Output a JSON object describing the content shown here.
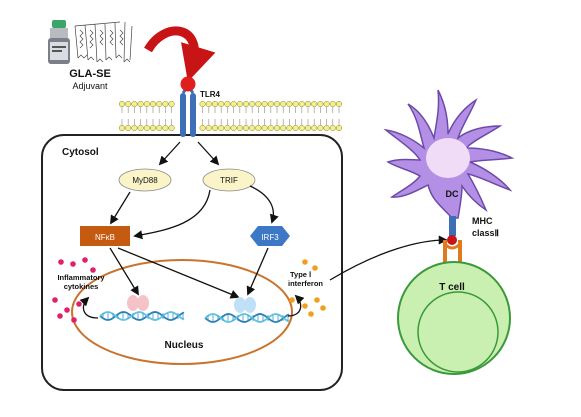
{
  "adjuvant": {
    "name": "GLA-SE",
    "subtitle": "Adjuvant"
  },
  "receptor": {
    "label": "TLR4"
  },
  "cell": {
    "cytosol_label": "Cytosol",
    "nucleus_label": "Nucleus"
  },
  "adaptors": {
    "myd88": "MyD88",
    "trif": "TRIF"
  },
  "transcription_factors": {
    "nfkb": "NFκB",
    "irf3": "IRF3"
  },
  "outputs": {
    "cytokines_line1": "Inflammatory",
    "cytokines_line2": "cytokines",
    "interferon_line1": "Type Ⅰ",
    "interferon_line2": "interferon"
  },
  "dendritic_cell": {
    "label": "DC"
  },
  "mhc": {
    "line1": "MHC",
    "line2": "classⅡ"
  },
  "t_cell": {
    "label": "T cell"
  },
  "colors": {
    "membrane_head": "#f3ef8a",
    "receptor": "#3c6fb5",
    "ligand": "#e01e1e",
    "arrow_red": "#c81414",
    "adaptor_fill": "#fbf4c8",
    "nfkb_fill": "#c55a11",
    "irf3_fill": "#3d78c6",
    "nucleus_stroke": "#c8742e",
    "cytokine_dot": "#e0206a",
    "interferon_dot": "#f0a020",
    "dc_fill": "#b48fe6",
    "dc_nucleus": "#f1dcf8",
    "tcell_fill": "#c9f0b0",
    "tcell_stroke": "#3a9a3a",
    "mhc_color": "#e07a1e"
  }
}
